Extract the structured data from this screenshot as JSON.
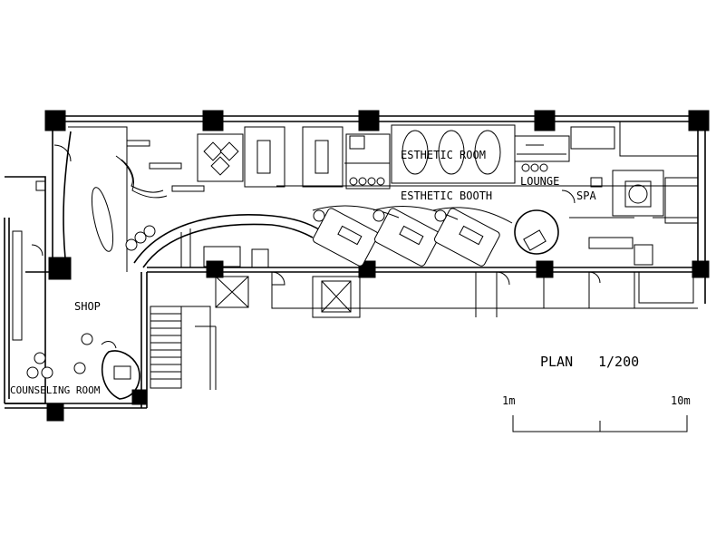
{
  "drawing": {
    "title": "PLAN",
    "scale": "1/200",
    "scale_bar": {
      "start_label": "1m",
      "end_label": "10m"
    }
  },
  "rooms": {
    "shop": "SHOP",
    "counseling": "COUNSELING ROOM",
    "esthetic_room": "ESTHETIC ROOM",
    "esthetic_booth": "ESTHETIC BOOTH",
    "lounge": "LOUNGE",
    "spa": "SPA"
  },
  "colors": {
    "ink": "#000000",
    "paper": "#ffffff"
  }
}
